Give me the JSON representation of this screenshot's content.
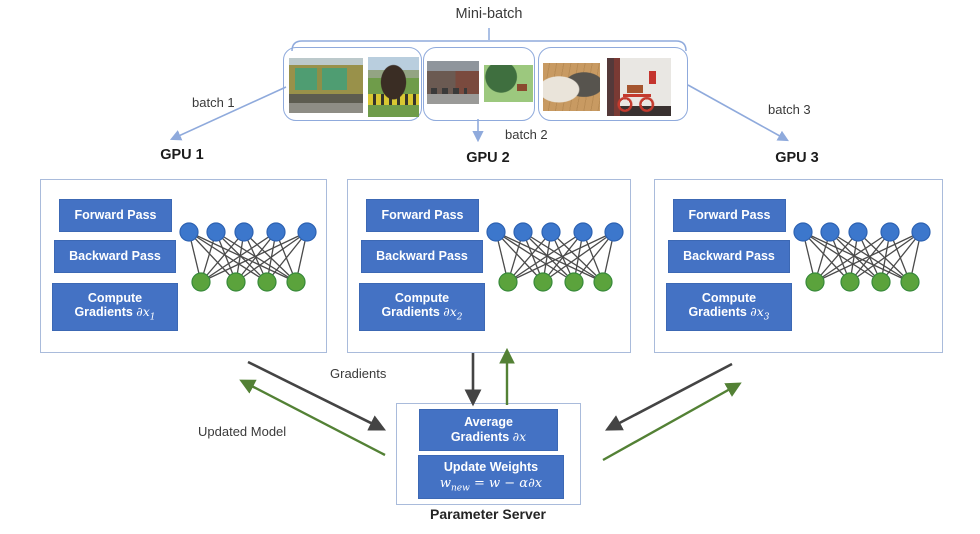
{
  "diagram": {
    "title": "Mini-batch",
    "colors": {
      "accent_blue": "#4472C4",
      "node_blue": "#3C77CC",
      "node_green": "#5BA33C",
      "arrow_dark": "#444444",
      "arrow_green": "#538135",
      "connector_blue": "#8FAADC",
      "box_border": "#A9BBDB"
    }
  },
  "batches": [
    {
      "label": "batch 1",
      "images": [
        {
          "name": "building-with-greenhouse"
        },
        {
          "name": "horse-jumping-obstacle"
        }
      ]
    },
    {
      "label": "batch 2",
      "images": [
        {
          "name": "street-with-brick-buildings"
        },
        {
          "name": "cow-under-tree"
        }
      ]
    },
    {
      "label": "batch 3",
      "images": [
        {
          "name": "two-cats-on-wooden-floor"
        },
        {
          "name": "red-bicycle-with-fire-hydrant"
        }
      ]
    }
  ],
  "gpus": [
    {
      "name": "GPU 1",
      "forward": "Forward Pass",
      "backward": "Backward Pass",
      "compute_line1": "Compute",
      "compute_prefix": "Gradients ",
      "compute_math": "∂x",
      "compute_sub": "1"
    },
    {
      "name": "GPU 2",
      "forward": "Forward Pass",
      "backward": "Backward Pass",
      "compute_line1": "Compute",
      "compute_prefix": "Gradients ",
      "compute_math": "∂x",
      "compute_sub": "2"
    },
    {
      "name": "GPU 3",
      "forward": "Forward Pass",
      "backward": "Backward Pass",
      "compute_line1": "Compute",
      "compute_prefix": "Gradients ",
      "compute_math": "∂x",
      "compute_sub": "3"
    }
  ],
  "flow": {
    "gradients_label": "Gradients",
    "updated_model_label": "Updated Model"
  },
  "parameter_server": {
    "caption": "Parameter Server",
    "average_line1": "Average",
    "average_prefix": "Gradients ",
    "average_math": "∂x",
    "update_line1": "Update Weights",
    "formula_w": "w",
    "formula_sub": "new",
    "formula_rest": " = w − α∂x"
  }
}
